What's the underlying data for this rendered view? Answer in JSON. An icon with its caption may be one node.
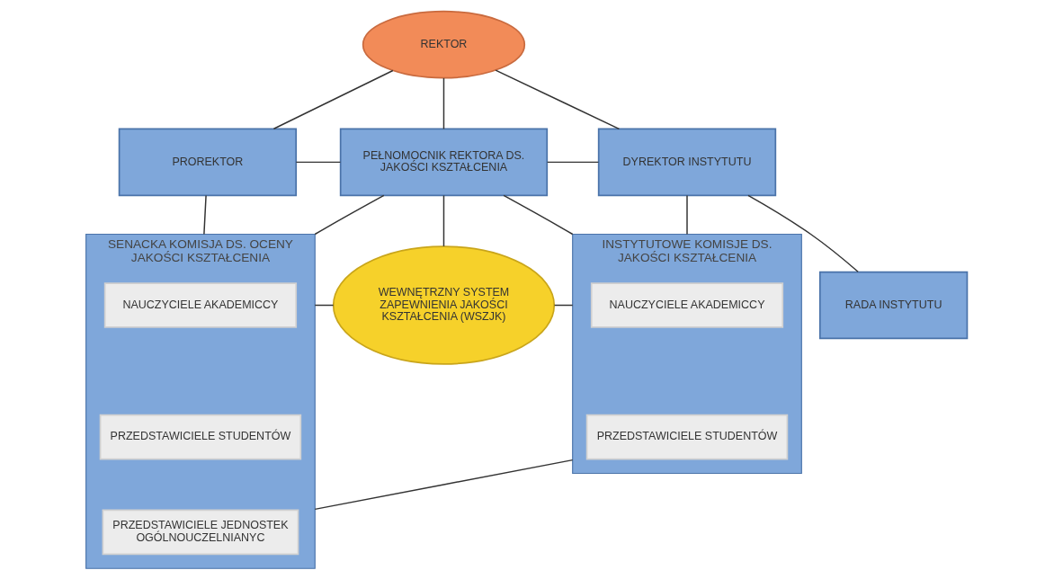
{
  "diagram": {
    "nodes": [
      {
        "text": [
          "REKTOR"
        ]
      },
      {
        "text": [
          "PROREKTOR"
        ]
      },
      {
        "text": [
          "PEŁNOMOCNIK REKTORA DS. JAKOŚCI KSZTAŁCENIA"
        ]
      },
      {
        "text": [
          "DYREKTOR INSTYTUTU"
        ]
      },
      {
        "text": [
          "SENACKA KOMISJA DS. OCENY JAKOŚCI KSZTAŁCENIA"
        ]
      },
      {
        "text": [
          "NAUCZYCIELE AKADEMICCY"
        ],
        "in": 4
      },
      {
        "text": [
          "PRZEDSTAWICIELE STUDENTÓW"
        ],
        "in": 4
      },
      {
        "text": [
          "PRZEDSTAWICIELE JEDNOSTEK OGÓLNOUCZELNIANYC"
        ],
        "in": 4
      },
      {
        "text": [
          "WEWNĘTRZNY SYSTEM ZAPEWNIENIA JAKOŚCI KSZTAŁCENIA (WSZJK)"
        ]
      },
      {
        "text": [
          "INSTYTUTOWE KOMISJE DS. JAKOŚCI KSZTAŁCENIA"
        ]
      },
      {
        "text": [
          "NAUCZYCIELE AKADEMICCY"
        ],
        "in": 9
      },
      {
        "text": [
          "PRZEDSTAWICIELE STUDENTÓW"
        ],
        "in": 9
      },
      {
        "text": [
          "RADA INSTYTUTU"
        ]
      }
    ],
    "edges": [
      {
        "from": 0,
        "to": 1,
        "arrow": "none"
      },
      {
        "from": 0,
        "to": 2,
        "arrow": "none"
      },
      {
        "from": 0,
        "to": 3,
        "arrow": "none"
      },
      {
        "from": 1,
        "to": 2,
        "arrow": "none"
      },
      {
        "from": 2,
        "to": 3,
        "arrow": "none"
      },
      {
        "from": 1,
        "to": 4,
        "arrow": "none"
      },
      {
        "from": 2,
        "to": 4,
        "arrow": "none"
      },
      {
        "from": 2,
        "to": 8,
        "arrow": "none"
      },
      {
        "from": 2,
        "to": 9,
        "arrow": "none"
      },
      {
        "from": 3,
        "to": 9,
        "arrow": "none"
      },
      {
        "from": 3,
        "to": 12,
        "arrow": "none"
      },
      {
        "from": 4,
        "to": 8,
        "arrow": "none"
      },
      {
        "from": 8,
        "to": 9,
        "arrow": "none"
      },
      {
        "from": 4,
        "to": 9,
        "arrow": "none"
      }
    ]
  }
}
